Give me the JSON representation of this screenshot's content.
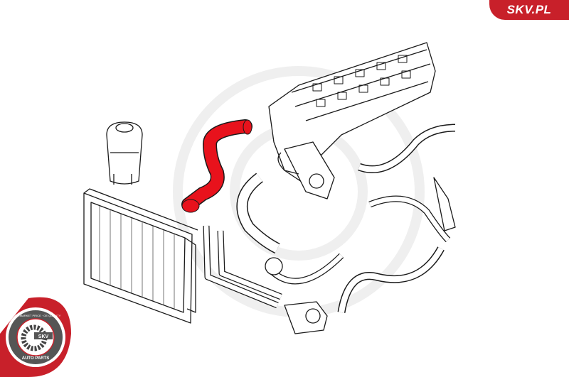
{
  "brand": {
    "badge_text": "SKV.PL",
    "accent": "#c8202a"
  },
  "logo": {
    "center": "SKV",
    "ring_top": "AFTERMARKET PRICE · OE QUALITY",
    "ring_bottom": "AUTO PARTS"
  },
  "highlight_color": "#e8121c"
}
